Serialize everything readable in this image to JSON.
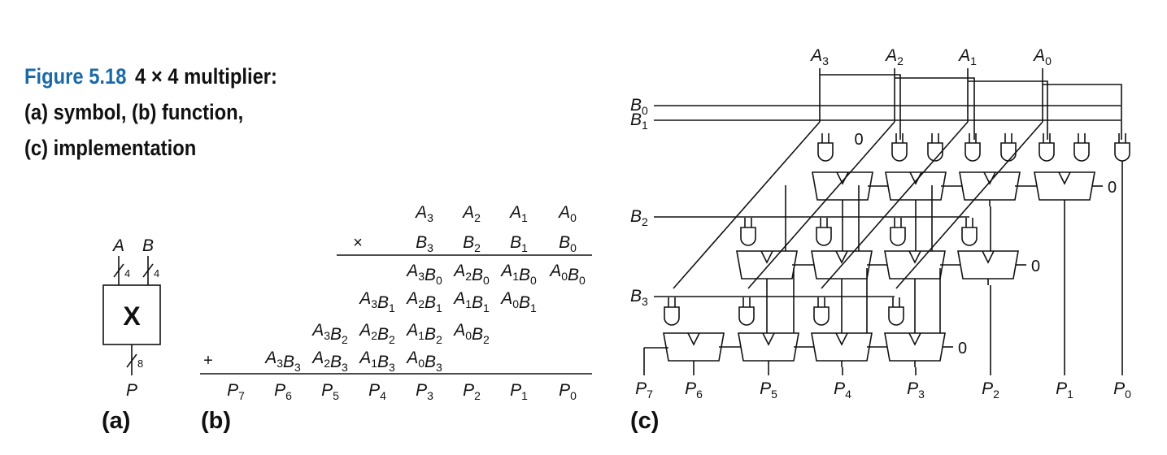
{
  "caption": {
    "figure_label": "Figure 5.18",
    "lines": [
      "4 × 4 multiplier:",
      "(a) symbol, (b) function,",
      "(c) implementation"
    ]
  },
  "panel_labels": {
    "a": "(a)",
    "b": "(b)",
    "c": "(c)"
  },
  "symbol": {
    "inputs": [
      "A",
      "B"
    ],
    "input_widths": [
      "4",
      "4"
    ],
    "operator": "X",
    "output": "P",
    "output_width": "8"
  },
  "function": {
    "rows": [
      [
        [
          "A",
          "3"
        ],
        [
          "A",
          "2"
        ],
        [
          "A",
          "1"
        ],
        [
          "A",
          "0"
        ]
      ],
      [
        [
          "B",
          "3"
        ],
        [
          "B",
          "2"
        ],
        [
          "B",
          "1"
        ],
        [
          "B",
          "0"
        ]
      ],
      [
        [
          "A",
          "3",
          "B",
          "0"
        ],
        [
          "A",
          "2",
          "B",
          "0"
        ],
        [
          "A",
          "1",
          "B",
          "0"
        ],
        [
          "A",
          "0",
          "B",
          "0"
        ]
      ],
      [
        [
          "A",
          "3",
          "B",
          "1"
        ],
        [
          "A",
          "2",
          "B",
          "1"
        ],
        [
          "A",
          "1",
          "B",
          "1"
        ],
        [
          "A",
          "0",
          "B",
          "1"
        ]
      ],
      [
        [
          "A",
          "3",
          "B",
          "2"
        ],
        [
          "A",
          "2",
          "B",
          "2"
        ],
        [
          "A",
          "1",
          "B",
          "2"
        ],
        [
          "A",
          "0",
          "B",
          "2"
        ]
      ],
      [
        [
          "A",
          "3",
          "B",
          "3"
        ],
        [
          "A",
          "2",
          "B",
          "3"
        ],
        [
          "A",
          "1",
          "B",
          "3"
        ],
        [
          "A",
          "0",
          "B",
          "3"
        ]
      ]
    ],
    "multiply_sign": "×",
    "plus_sign": "+",
    "result": [
      [
        "P",
        "7"
      ],
      [
        "P",
        "6"
      ],
      [
        "P",
        "5"
      ],
      [
        "P",
        "4"
      ],
      [
        "P",
        "3"
      ],
      [
        "P",
        "2"
      ],
      [
        "P",
        "1"
      ],
      [
        "P",
        "0"
      ]
    ]
  },
  "implementation": {
    "a_inputs": [
      [
        "A",
        "3"
      ],
      [
        "A",
        "2"
      ],
      [
        "A",
        "1"
      ],
      [
        "A",
        "0"
      ]
    ],
    "b_inputs": [
      [
        "B",
        "0"
      ],
      [
        "B",
        "1"
      ],
      [
        "B",
        "2"
      ],
      [
        "B",
        "3"
      ]
    ],
    "outputs": [
      [
        "P",
        "7"
      ],
      [
        "P",
        "6"
      ],
      [
        "P",
        "5"
      ],
      [
        "P",
        "4"
      ],
      [
        "P",
        "3"
      ],
      [
        "P",
        "2"
      ],
      [
        "P",
        "1"
      ],
      [
        "P",
        "0"
      ]
    ],
    "constant": "0"
  }
}
